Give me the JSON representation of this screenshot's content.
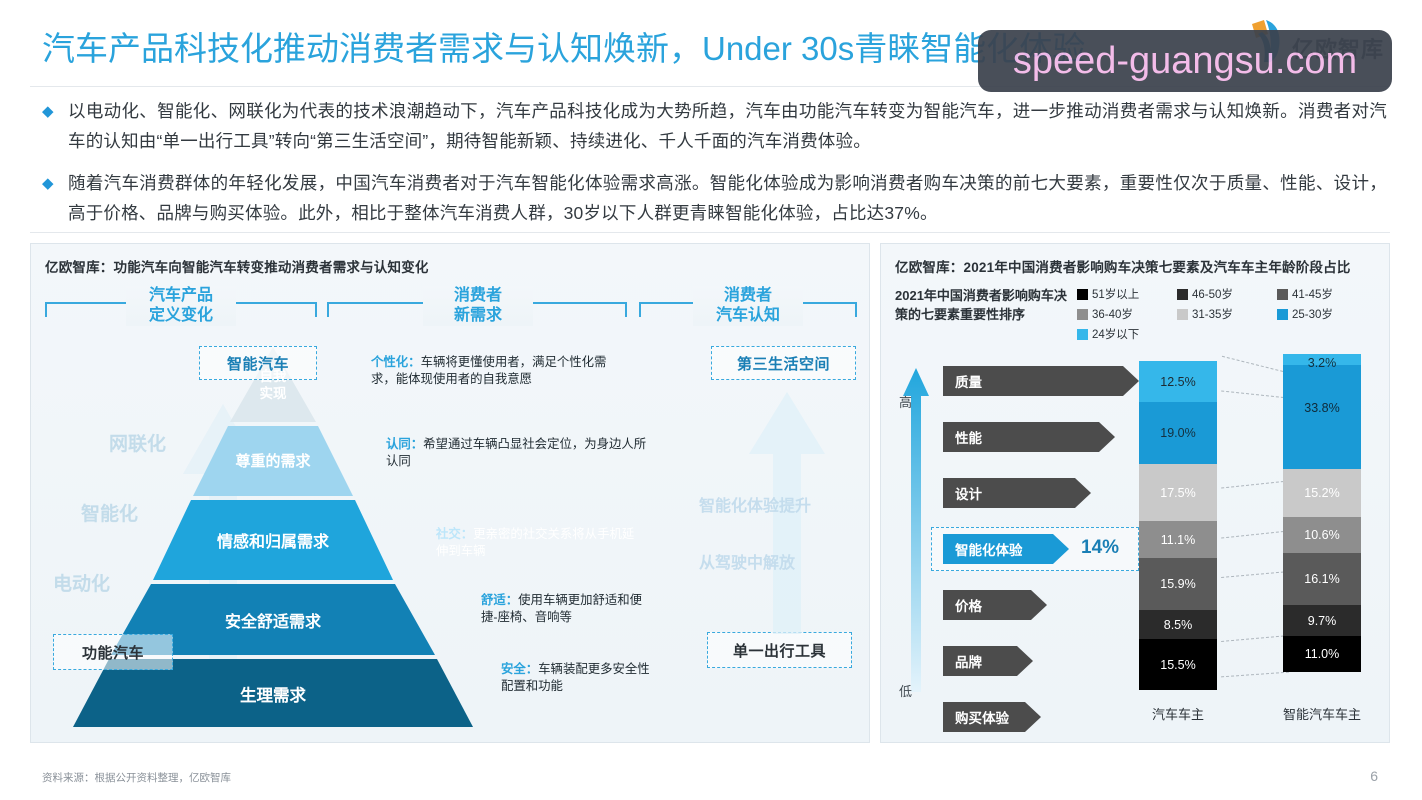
{
  "header": {
    "title": "汽车产品科技化推动消费者需求与认知焕新，Under 30s青睐智能化体验",
    "logo_text": "亿欧智库"
  },
  "watermark": {
    "text": "speed-guangsu.com"
  },
  "bullets": [
    {
      "marker": "◆",
      "text": "以电动化、智能化、网联化为代表的技术浪潮趋动下，汽车产品科技化成为大势所趋，汽车由功能汽车转变为智能汽车，进一步推动消费者需求与认知焕新。消费者对汽车的认知由“单一出行工具”转向“第三生活空间”，期待智能新颖、持续进化、千人千面的汽车消费体验。"
    },
    {
      "marker": "◆",
      "text": "随着汽车消费群体的年轻化发展，中国汽车消费者对于汽车智能化体验需求高涨。智能化体验成为影响消费者购车决策的前七大要素，重要性仅次于质量、性能、设计，高于价格、品牌与购买体验。此外，相比于整体汽车消费人群，30岁以下人群更青睐智能化体验，占比达37%。"
    }
  ],
  "left_panel": {
    "caption": "亿欧智库：功能汽车向智能汽车转变推动消费者需求与认知变化",
    "sections": [
      {
        "line1": "汽车产品",
        "line2": "定义变化"
      },
      {
        "line1": "消费者",
        "line2": "新需求"
      },
      {
        "line1": "消费者",
        "line2": "汽车认知"
      }
    ],
    "tag_smart_car": "智能汽车",
    "tag_function_car": "功能汽车",
    "tag_third_space": "第三生活空间",
    "tag_single_tool": "单一出行工具",
    "ghost_words": [
      "网联化",
      "智能化",
      "电动化"
    ],
    "ghost_words_right": [
      "智能化体验提升",
      "从驾驶中解放"
    ],
    "pyramid_levels": [
      {
        "label": "自我\n实现",
        "color": "#dfe9ef"
      },
      {
        "label": "尊重的需求",
        "color": "#9ed5ef"
      },
      {
        "label": "情感和归属需求",
        "color": "#1fa5dc"
      },
      {
        "label": "安全舒适需求",
        "color": "#1281b5"
      },
      {
        "label": "生理需求",
        "color": "#0c6288"
      }
    ],
    "notes": [
      {
        "key": "个性化",
        "text": "车辆将更懂使用者，满足个性化需求，能体现使用者的自我意愿"
      },
      {
        "key": "认同",
        "text": "希望通过车辆凸显社会定位，为身边人所认同"
      },
      {
        "key": "社交",
        "text": "更亲密的社交关系将从手机延伸到车辆"
      },
      {
        "key": "舒适",
        "text": "使用车辆更加舒适和便捷-座椅、音响等"
      },
      {
        "key": "安全",
        "text": "车辆装配更多安全性配置和功能"
      }
    ]
  },
  "right_panel": {
    "caption": "亿欧智库：2021年中国消费者影响购车决策七要素及汽车车主年龄阶段占比",
    "axis_high": "高",
    "axis_low": "低"
  },
  "chart_data": {
    "type": "bar",
    "title": "2021年中国消费者影响购车决策的七要素重要性排序",
    "xlabel": "",
    "ylabel": "",
    "legend_position": "top-right",
    "legend": [
      {
        "label": "51岁以上",
        "color": "#000000"
      },
      {
        "label": "46-50岁",
        "color": "#2b2b2b"
      },
      {
        "label": "41-45岁",
        "color": "#5a5a5a"
      },
      {
        "label": "36-40岁",
        "color": "#8e8e8e"
      },
      {
        "label": "31-35岁",
        "color": "#c9c9c9"
      },
      {
        "label": "25-30岁",
        "color": "#1a9ad6"
      },
      {
        "label": "24岁以下",
        "color": "#35b7ea"
      }
    ],
    "factors": [
      {
        "rank": 1,
        "label": "质量",
        "width": 196,
        "highlight": false,
        "value": ""
      },
      {
        "rank": 2,
        "label": "性能",
        "width": 172,
        "highlight": false,
        "value": ""
      },
      {
        "rank": 3,
        "label": "设计",
        "width": 148,
        "highlight": false,
        "value": ""
      },
      {
        "rank": 4,
        "label": "智能化体验",
        "width": 126,
        "highlight": true,
        "value": "14%"
      },
      {
        "rank": 5,
        "label": "价格",
        "width": 104,
        "highlight": false,
        "value": ""
      },
      {
        "rank": 6,
        "label": "品牌",
        "width": 86,
        "highlight": false,
        "value": ""
      },
      {
        "rank": 7,
        "label": "购买体验",
        "width": 68,
        "highlight": false,
        "value": ""
      }
    ],
    "categories": [
      "汽车车主",
      "智能汽车车主"
    ],
    "series": [
      {
        "name": "24岁以下",
        "color": "#35b7ea",
        "values": [
          3.2,
          3.2
        ],
        "display": [
          "12.5%",
          "3.2%"
        ]
      },
      {
        "name": "25-30岁",
        "color": "#1a9ad6",
        "values": [
          19.0,
          33.8
        ],
        "display": [
          "19.0%",
          "33.8%"
        ]
      },
      {
        "name": "31-35岁",
        "color": "#c9c9c9",
        "values": [
          17.5,
          15.2
        ],
        "display": [
          "17.5%",
          "15.2%"
        ]
      },
      {
        "name": "36-40岁",
        "color": "#8e8e8e",
        "values": [
          11.1,
          10.6
        ],
        "display": [
          "11.1%",
          "10.6%"
        ]
      },
      {
        "name": "41-45岁",
        "color": "#5a5a5a",
        "values": [
          15.9,
          16.1
        ],
        "display": [
          "15.9%",
          "16.1%"
        ]
      },
      {
        "name": "46-50岁",
        "color": "#2b2b2b",
        "values": [
          8.5,
          9.7
        ],
        "display": [
          "8.5%",
          "9.7%"
        ]
      },
      {
        "name": "51岁以上",
        "color": "#000000",
        "values": [
          15.5,
          11.0
        ],
        "display": [
          "15.5%",
          "11.0%"
        ]
      }
    ],
    "stack_left": {
      "label": "汽车车主",
      "values": [
        "12.5%",
        "19.0%",
        "17.5%",
        "11.1%",
        "15.9%",
        "8.5%",
        "15.5%"
      ]
    },
    "stack_right": {
      "label": "智能汽车车主",
      "values": [
        "3.2%",
        "33.8%",
        "15.2%",
        "10.6%",
        "16.1%",
        "9.7%",
        "11.0%"
      ]
    }
  },
  "footer": {
    "source": "资料来源：根据公开资料整理，亿欧智库",
    "page": "6"
  }
}
